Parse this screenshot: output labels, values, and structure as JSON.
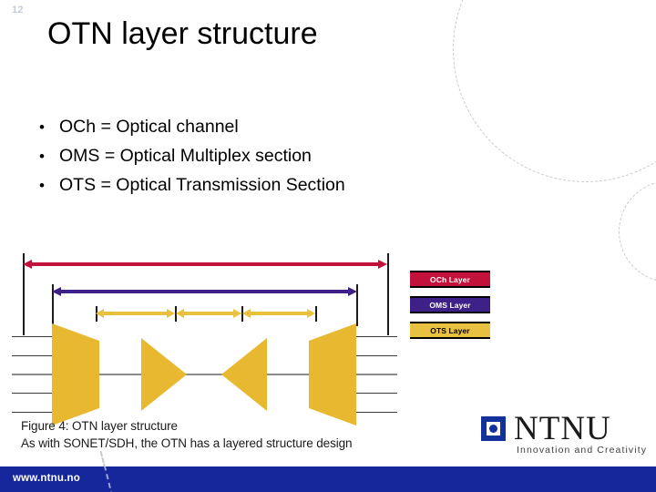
{
  "slide": {
    "page_number": "12",
    "title": "OTN layer structure",
    "bullet_marker": "•",
    "bullets": [
      "OCh = Optical channel",
      "OMS = Optical Multiplex section",
      "OTS = Optical Transmission Section"
    ]
  },
  "figure": {
    "caption_line1": "Figure 4: OTN layer structure",
    "caption_line2": "As with SONET/SDH, the OTN has a layered structure design",
    "arrows": [
      {
        "name": "och-span-arrow",
        "layer": "OCh",
        "color": "#c2123c",
        "double_headed": true
      },
      {
        "name": "oms-span-arrow",
        "layer": "OMS",
        "color": "#3d2088",
        "double_headed": true
      },
      {
        "name": "ots-span-arrow-1",
        "layer": "OTS",
        "color": "#e8c140",
        "double_headed": true
      },
      {
        "name": "ots-span-arrow-2",
        "layer": "OTS",
        "color": "#e8c140",
        "double_headed": true
      },
      {
        "name": "ots-span-arrow-3",
        "layer": "OTS",
        "color": "#e8c140",
        "double_headed": true
      }
    ],
    "nodes": [
      {
        "name": "multiplexer",
        "shape": "trapezoid",
        "color": "#e8b830"
      },
      {
        "name": "amplifier-1",
        "shape": "triangle",
        "color": "#e8b830"
      },
      {
        "name": "amplifier-2",
        "shape": "triangle",
        "color": "#e8b830"
      },
      {
        "name": "demultiplexer",
        "shape": "trapezoid",
        "color": "#e8b830"
      }
    ],
    "tributary_count": 5
  },
  "legend": {
    "items": [
      {
        "label": "OCh Layer",
        "color": "#c2123c"
      },
      {
        "label": "OMS Layer",
        "color": "#3d2088"
      },
      {
        "label": "OTS Layer",
        "color": "#e8c140"
      }
    ]
  },
  "branding": {
    "logo_word": "NTNU",
    "tagline": "Innovation and Creativity",
    "logo_color": "#12319b"
  },
  "footer": {
    "url": "www.ntnu.no",
    "bar_color": "#16269b"
  }
}
